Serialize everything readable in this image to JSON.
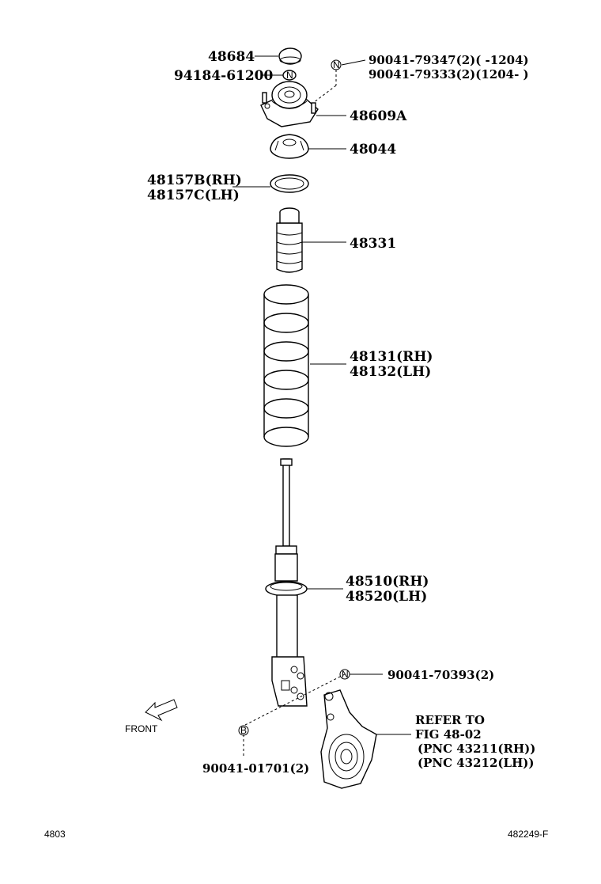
{
  "parts": {
    "p48684": "48684",
    "p94184": "94184-61200",
    "p90041_79347": "90041-79347(2)(      -1204)",
    "p90041_79333": "90041-79333(2)(1204-      )",
    "p48609A": "48609A",
    "p48044": "48044",
    "p48157B": "48157B(RH)",
    "p48157C": "48157C(LH)",
    "p48331": "48331",
    "p48131": "48131(RH)",
    "p48132": "48132(LH)",
    "p48510": "48510(RH)",
    "p48520": "48520(LH)",
    "p90041_70393": "90041-70393(2)",
    "p90041_01701": "90041-01701(2)"
  },
  "reference": {
    "line1": "REFER TO",
    "line2": "FIG 48-02",
    "line3": "(PNC 43211(RH))",
    "line4": "(PNC 43212(LH))"
  },
  "front_label": "FRONT",
  "markers": {
    "n": "N",
    "b": "B"
  },
  "footer": {
    "left": "4803",
    "right": "482249-F"
  }
}
